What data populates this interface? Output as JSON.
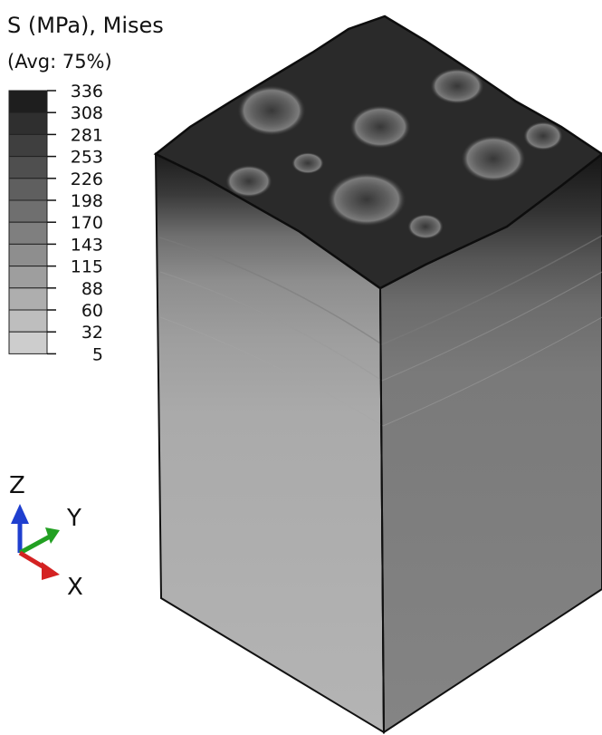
{
  "legend": {
    "title": "S (MPa), Mises",
    "subtitle": "(Avg: 75%)",
    "ticks": [
      "336",
      "308",
      "281",
      "253",
      "226",
      "198",
      "170",
      "143",
      "115",
      "88",
      "60",
      "32",
      "5"
    ],
    "band_colors": [
      "#1e1e1e",
      "#2f2f2f",
      "#3f3f3f",
      "#4f4f4f",
      "#5f5f5f",
      "#6f6f6f",
      "#7f7f7f",
      "#8e8e8e",
      "#9e9e9e",
      "#aeaeae",
      "#bebebe",
      "#cdcdcd"
    ]
  },
  "triad": {
    "z_label": "Z",
    "y_label": "Y",
    "x_label": "X",
    "z_color": "#1f3fcf",
    "y_color": "#22a022",
    "x_color": "#d42222"
  }
}
